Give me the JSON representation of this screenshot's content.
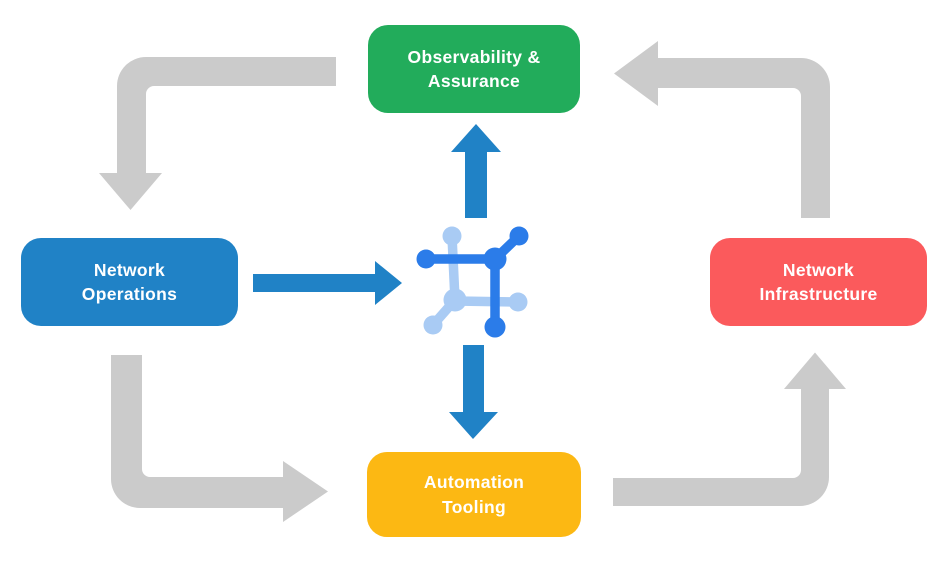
{
  "diagram": {
    "background_color": "#FFFFFF",
    "nodes": [
      {
        "id": "observability",
        "label": "Observability &\nAssurance",
        "color": "#22AC5B"
      },
      {
        "id": "operations",
        "label": "Network\nOperations",
        "color": "#2082C6"
      },
      {
        "id": "infrastructure",
        "label": "Network\nInfrastructure",
        "color": "#FB5A5C"
      },
      {
        "id": "automation",
        "label": "Automation\nTooling",
        "color": "#FCB813"
      }
    ],
    "center_icon": {
      "name": "network-chip-icon",
      "primary_color": "#2B7CE9",
      "secondary_color": "#A9CBF4"
    },
    "arrows": {
      "cycle_color": "#CBCBCB",
      "center_color": "#2082C6",
      "cycle": [
        {
          "from": "observability",
          "to": "operations"
        },
        {
          "from": "operations",
          "to": "automation"
        },
        {
          "from": "automation",
          "to": "infrastructure"
        },
        {
          "from": "infrastructure",
          "to": "observability"
        }
      ],
      "center_links": [
        {
          "from": "operations",
          "to": "center",
          "direction": "right"
        },
        {
          "from": "center",
          "to": "observability",
          "direction": "up"
        },
        {
          "from": "center",
          "to": "automation",
          "direction": "down"
        }
      ]
    }
  }
}
